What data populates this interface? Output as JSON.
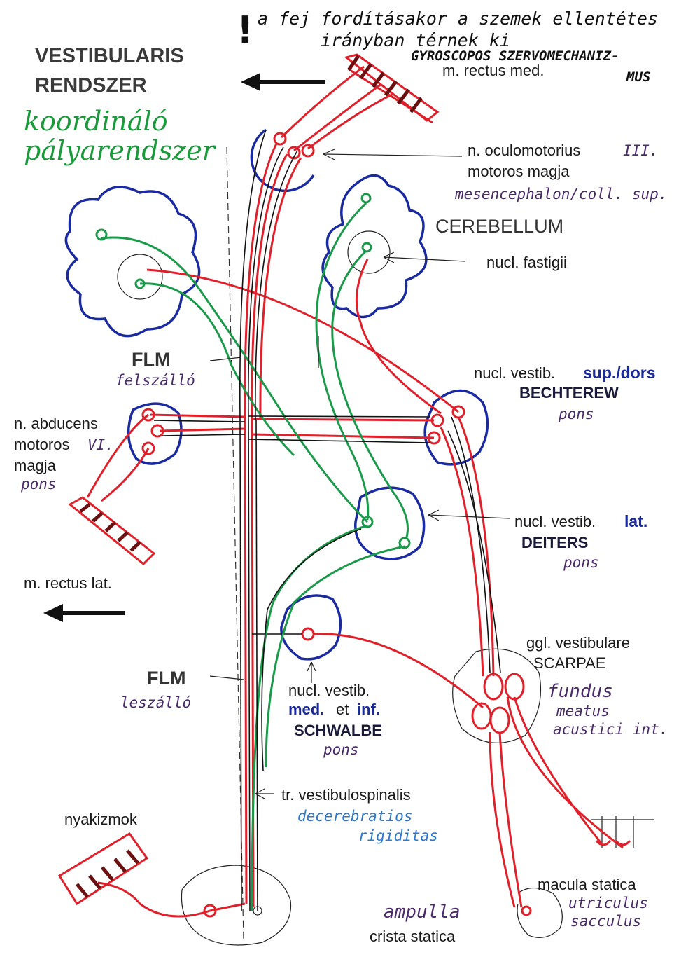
{
  "header": {
    "note_line1": "a fej fordításakor a szemek ellentétes",
    "note_line2": "irányban térnek ki",
    "note_line3": "GYROSCOPOS SZERVOMECHANIZ-",
    "note_line4": "MUS",
    "exclamation": "!"
  },
  "title": {
    "line1": "VESTIBULARIS",
    "line2": "RENDSZER",
    "subtitle_line1": "koordináló",
    "subtitle_line2": "pályarendszer"
  },
  "labels": {
    "rectus_med": "m. rectus med.",
    "oculomotorius_1": "n. oculomotorius",
    "oculomotorius_num": "III.",
    "oculomotorius_2": "motoros magja",
    "oculomotorius_3": "mesencephalon/coll. sup.",
    "cerebellum": "CEREBELLUM",
    "fastigii": "nucl. fastigii",
    "flm_up": "FLM",
    "flm_up_note": "felszálló",
    "sup_prefix": "nucl. vestib.",
    "sup_bold": "sup./dors",
    "sup_name": "BECHTEREW",
    "sup_loc": "pons",
    "abducens_1": "n. abducens",
    "abducens_2": "motoros",
    "abducens_num": "VI.",
    "abducens_3": "magja",
    "abducens_loc": "pons",
    "lat_prefix": "nucl. vestib.",
    "lat_bold": "lat.",
    "lat_name": "DEITERS",
    "lat_loc": "pons",
    "rectus_lat": "m. rectus lat.",
    "ggl_1": "ggl. vestibulare",
    "ggl_name": "SCARPAE",
    "ggl_loc_1": "fundus",
    "ggl_loc_2": "meatus",
    "ggl_loc_3": "acustici int.",
    "flm_down": "FLM",
    "flm_down_note": "leszálló",
    "med_prefix": "nucl. vestib.",
    "med_bold_1": "med.",
    "med_et": "et",
    "med_bold_2": "inf.",
    "med_name": "SCHWALBE",
    "med_loc": "pons",
    "vestibulospinalis": "tr. vestibulospinalis",
    "vestibulospinalis_note_1": "decerebratios",
    "vestibulospinalis_note_2": "rigiditas",
    "nyakizmok": "nyakizmok",
    "macula_1": "macula statica",
    "macula_2": "utriculus",
    "macula_3": "sacculus",
    "ampulla": "ampulla",
    "crista": "crista statica"
  },
  "colors": {
    "motor_path": "#e0202a",
    "cerebellar_path": "#1a9a4a",
    "nucleus_outline": "#1a2aa0",
    "handwriting_purple": "#4a2a6a",
    "handwriting_blue": "#2a7ad0",
    "title_green": "#1a9a3a"
  }
}
